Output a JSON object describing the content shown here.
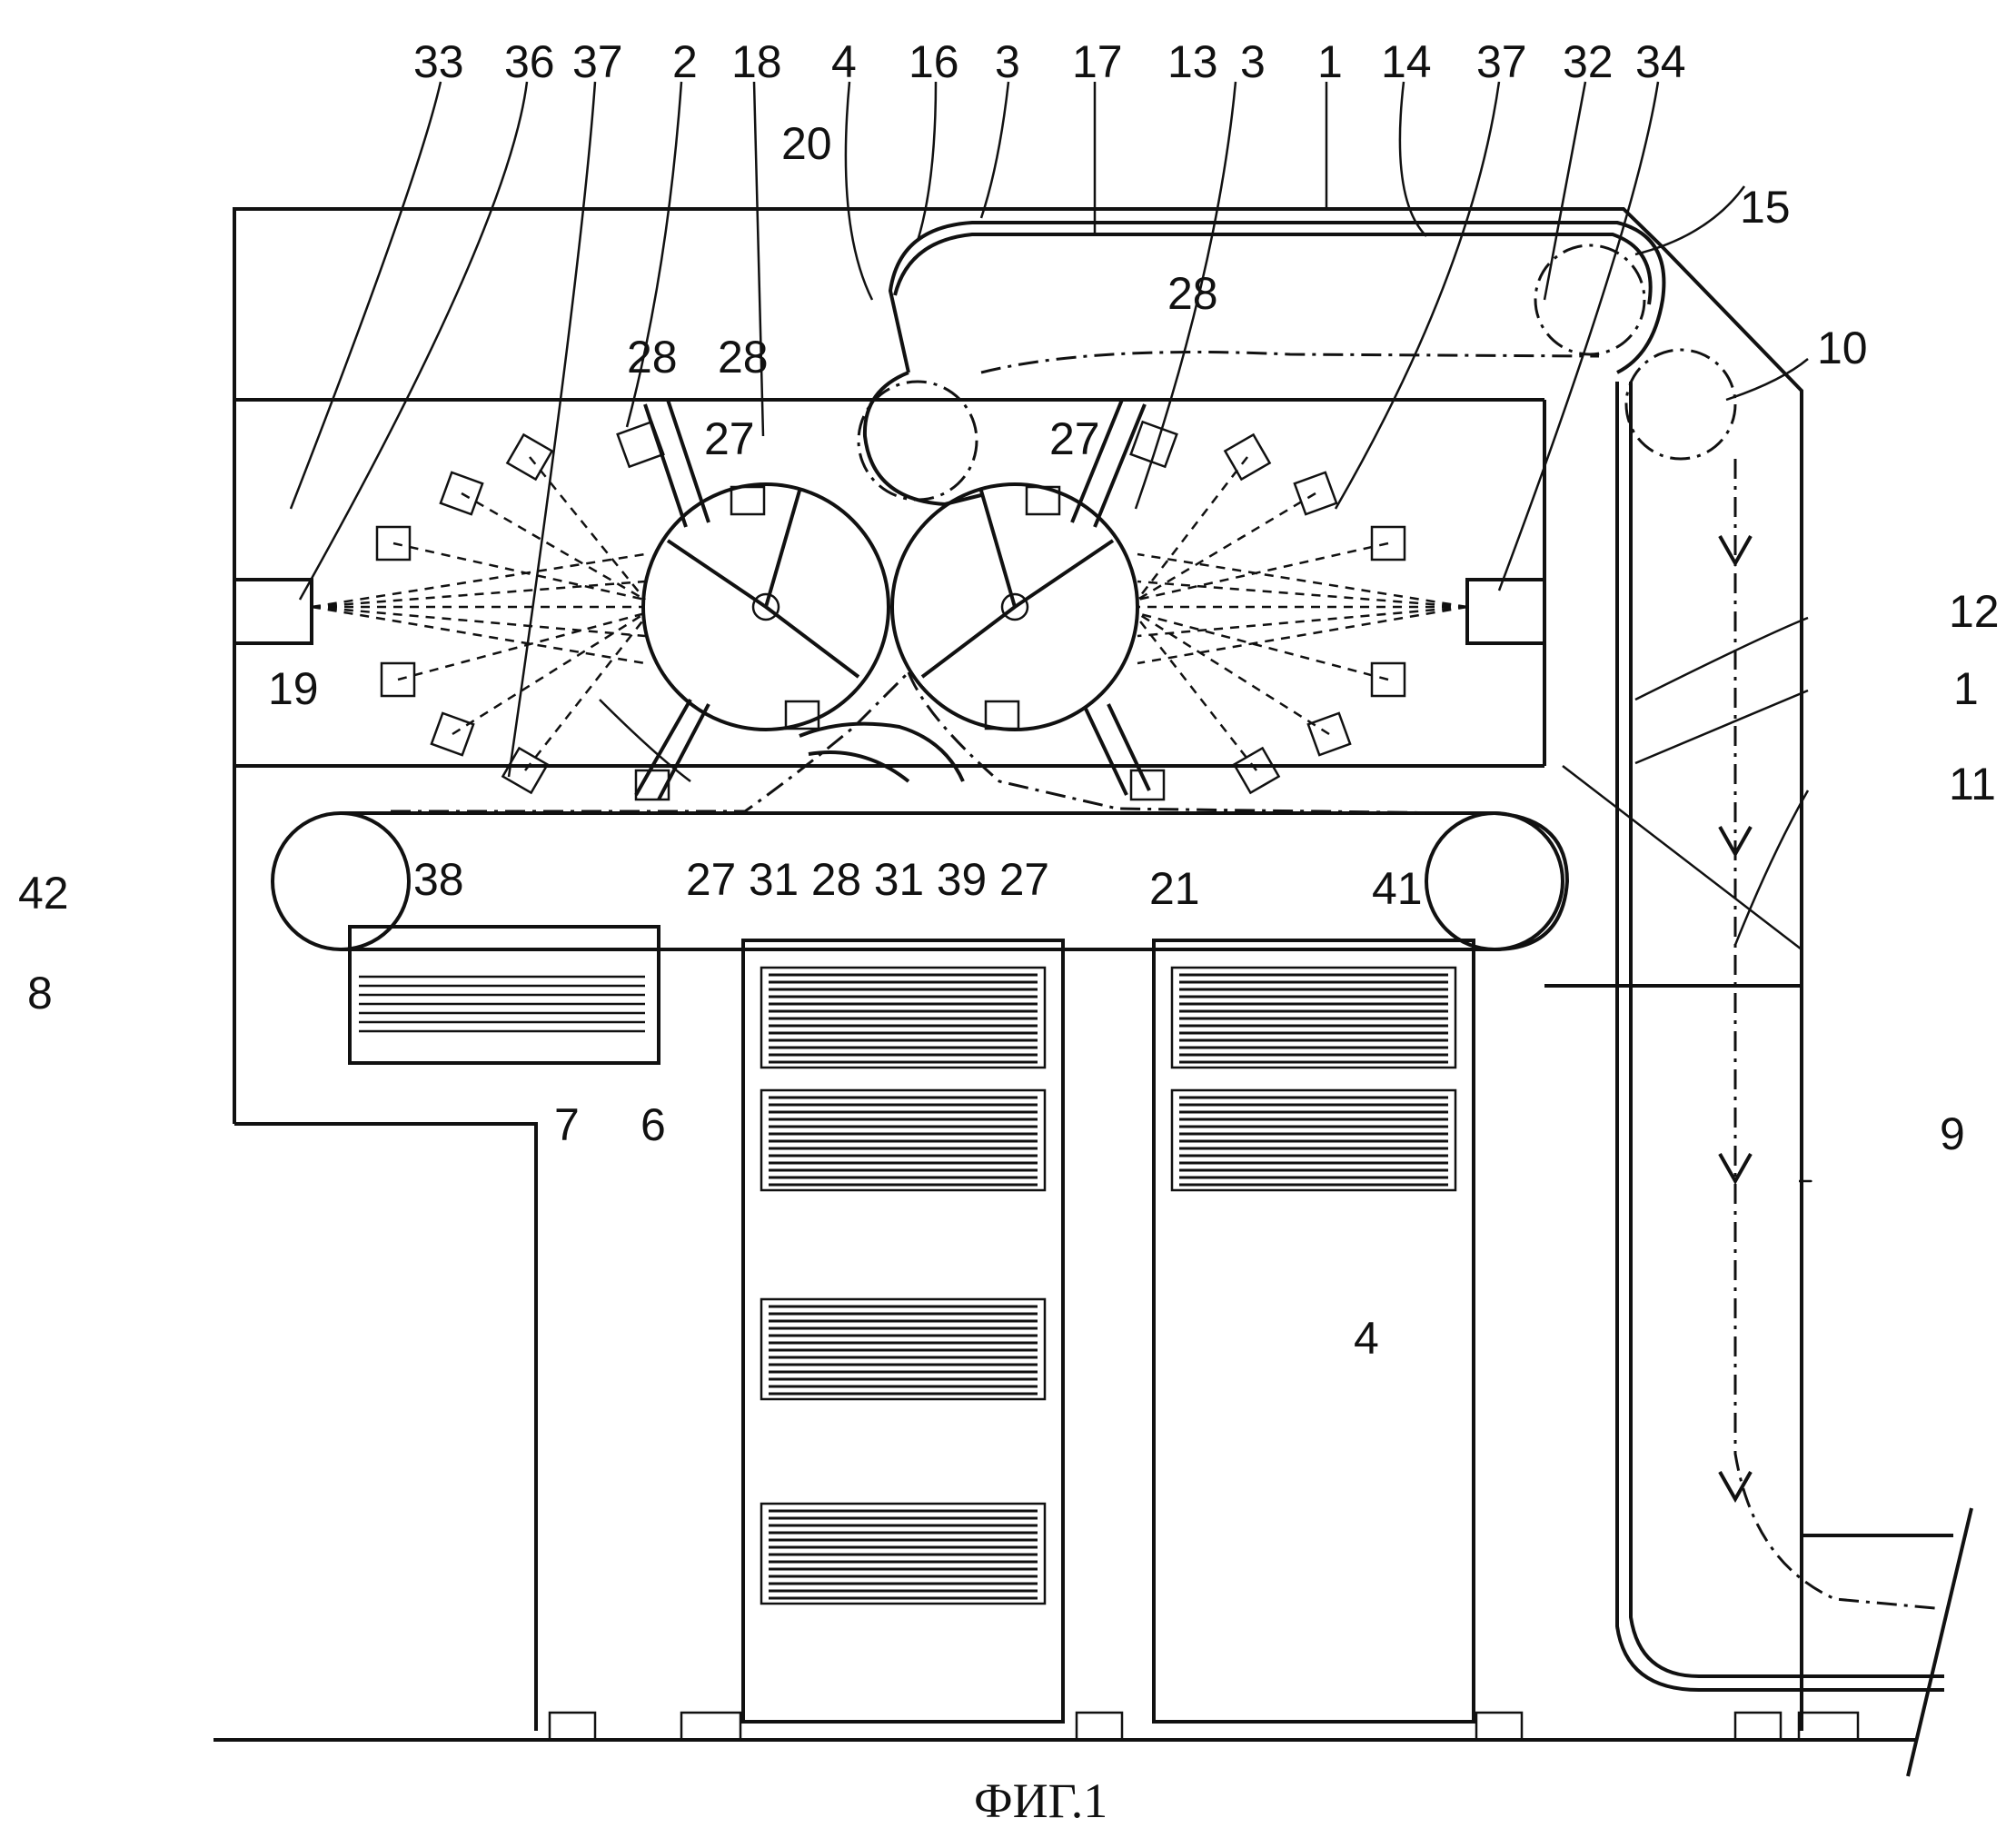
{
  "figure": {
    "caption": "ФИГ.1",
    "labels": {
      "l33": "33",
      "l36": "36",
      "l37a": "37",
      "l2": "2",
      "l18": "18",
      "l4a": "4",
      "l16": "16",
      "l3a": "3",
      "l17": "17",
      "l13": "13",
      "l3b": "3",
      "l1a": "1",
      "l14": "14",
      "l37b": "37",
      "l32": "32",
      "l34": "34",
      "l20": "20",
      "l15": "15",
      "l28a": "28",
      "l28b": "28",
      "l28c": "28",
      "l27a": "27",
      "l27b": "27",
      "l10": "10",
      "l12": "12",
      "l1b": "1",
      "l11": "11",
      "l19": "19",
      "l38": "38",
      "l42": "42",
      "l8": "8",
      "l7": "7",
      "l6": "6",
      "l21": "21",
      "l41": "41",
      "l4b": "4",
      "l9": "9",
      "lbottom": "27 31 28 31 39 27"
    }
  }
}
